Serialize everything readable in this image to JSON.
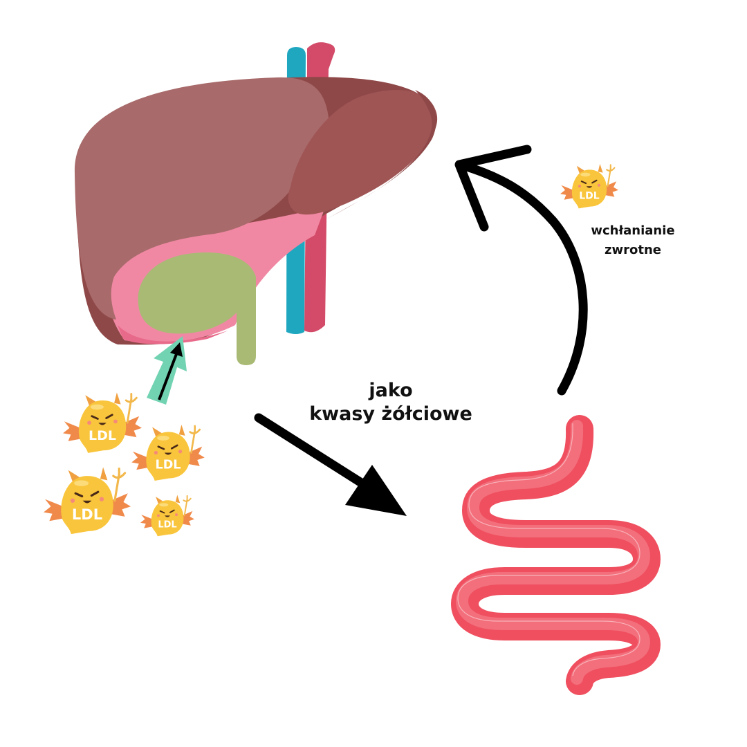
{
  "diagram": {
    "title": "Obieg cholesterolu LDL: wątroba – jelito",
    "labels": {
      "bile_acids_line1": "jako",
      "bile_acids_line2": "kwasy żółciowe",
      "reabsorption_line1": "wchłanianie",
      "reabsorption_line2": "zwrotne"
    },
    "ldl_badge_text": "LDL",
    "ldl_characters": [
      {
        "id": "ldl-1",
        "role": "input"
      },
      {
        "id": "ldl-2",
        "role": "input"
      },
      {
        "id": "ldl-3",
        "role": "input"
      },
      {
        "id": "ldl-4",
        "role": "input"
      },
      {
        "id": "ldl-5",
        "role": "reabsorbed"
      }
    ],
    "organs": [
      "liver",
      "gallbladder",
      "blood-vessels",
      "intestine"
    ],
    "arrows": [
      {
        "from": "ldl-group",
        "to": "liver",
        "style": "teal-block-arrow"
      },
      {
        "from": "liver",
        "to": "intestine",
        "style": "black-straight-arrow"
      },
      {
        "from": "intestine",
        "to": "liver",
        "style": "black-curved-arrow"
      }
    ],
    "colors": {
      "liver_main": "#a86a6a",
      "liver_right_lobe": "#a05555",
      "liver_shadow": "#8f4848",
      "liver_pink": "#f088a4",
      "gallbladder": "#a9ba75",
      "vessel_blue": "#1fa7c0",
      "vessel_red": "#d34b68",
      "intestine": "#ef4f5f",
      "intestine_light": "#f47a85",
      "ldl_yellow": "#f9c53c",
      "ldl_wing": "#f08a4b",
      "teal_arrow": "#72d3b2",
      "arrow_black": "#000000"
    }
  }
}
